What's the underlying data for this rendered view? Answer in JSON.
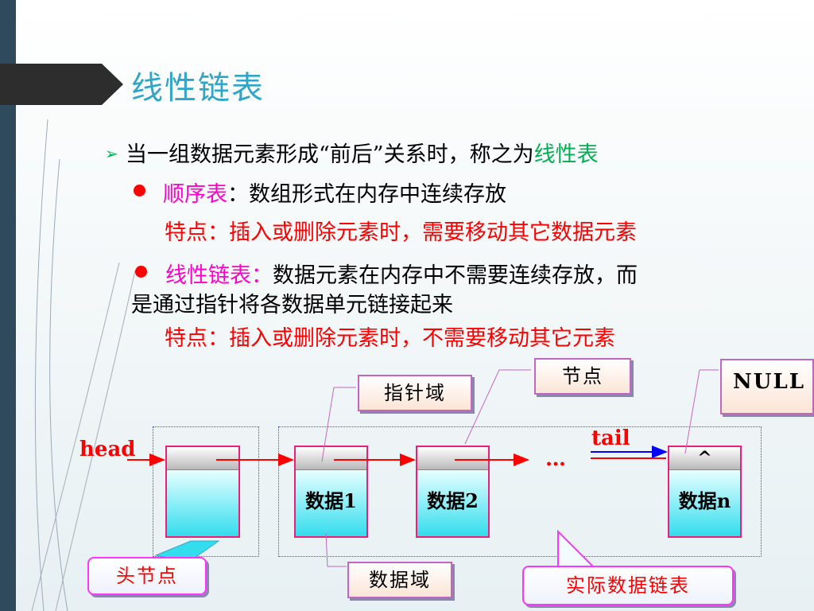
{
  "slide": {
    "title": "线性链表",
    "line1_prefix": "当一组数据元素形成“前后”关系时，称之为",
    "line1_highlight": "线性表",
    "seq_label": "顺序表",
    "seq_text": "：数组形式在内存中连续存放",
    "seq_feature": "特点：插入或删除元素时，需要移动其它数据元素",
    "linked_label": "线性链表：",
    "linked_text1": "数据元素在内存中不需要连续存放，而",
    "linked_text2": "是通过指针将各数据单元链接起来",
    "linked_feature": "特点：插入或删除元素时，不需要移动其它元素"
  },
  "diagram": {
    "callout_pointer_field": "指针域",
    "callout_node": "节点",
    "callout_null": "NULL",
    "callout_head_node": "头节点",
    "callout_data_field": "数据域",
    "callout_actual_list": "实际数据链表",
    "label_head": "head",
    "label_tail": "tail",
    "ellipsis": "…",
    "null_marker": "^",
    "node1_data": "数据1",
    "node2_data": "数据2",
    "noden_data": "数据n"
  },
  "colors": {
    "title": "#2fa6c9",
    "highlight_red": "#ff0000",
    "highlight_green": "#00b050",
    "magenta": "#ff00cc"
  }
}
